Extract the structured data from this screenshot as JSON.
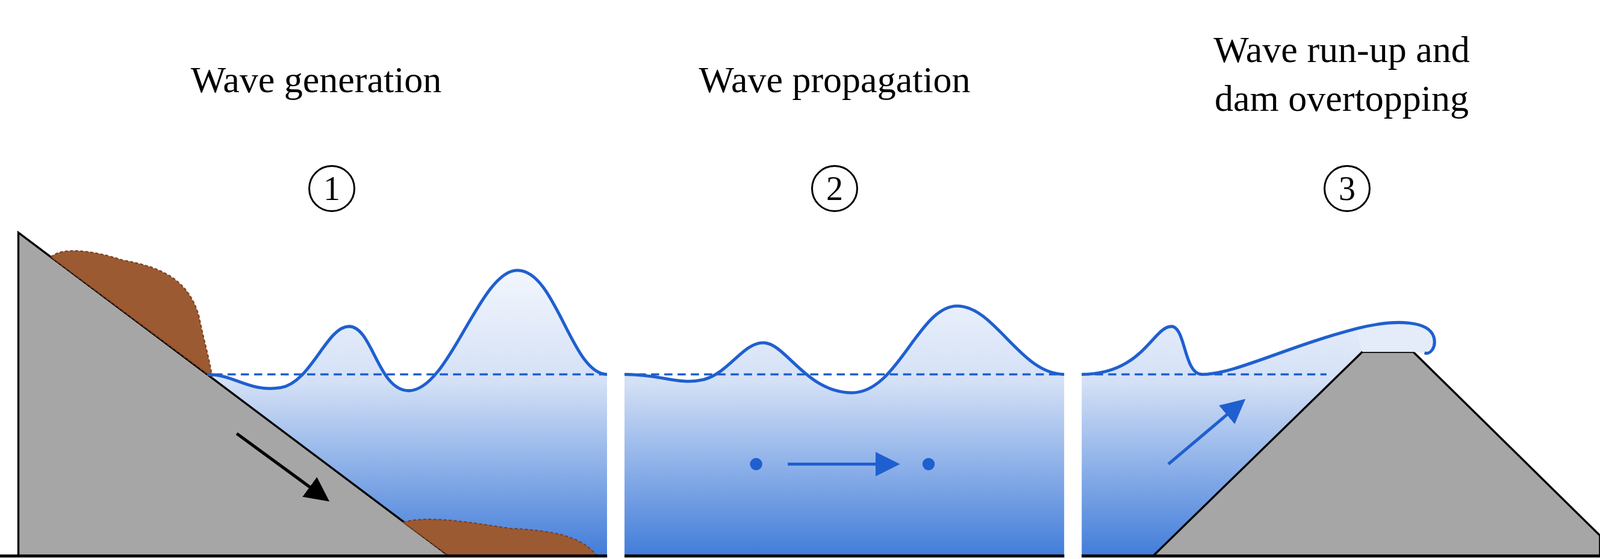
{
  "diagram": {
    "nodes": [
      {
        "text": [
          "1"
        ]
      },
      {
        "text": [
          "2"
        ]
      },
      {
        "text": [
          "3"
        ]
      }
    ],
    "labels": [
      "Wave generation",
      "Wave propagation",
      "Wave run-up and dam overtopping"
    ]
  }
}
